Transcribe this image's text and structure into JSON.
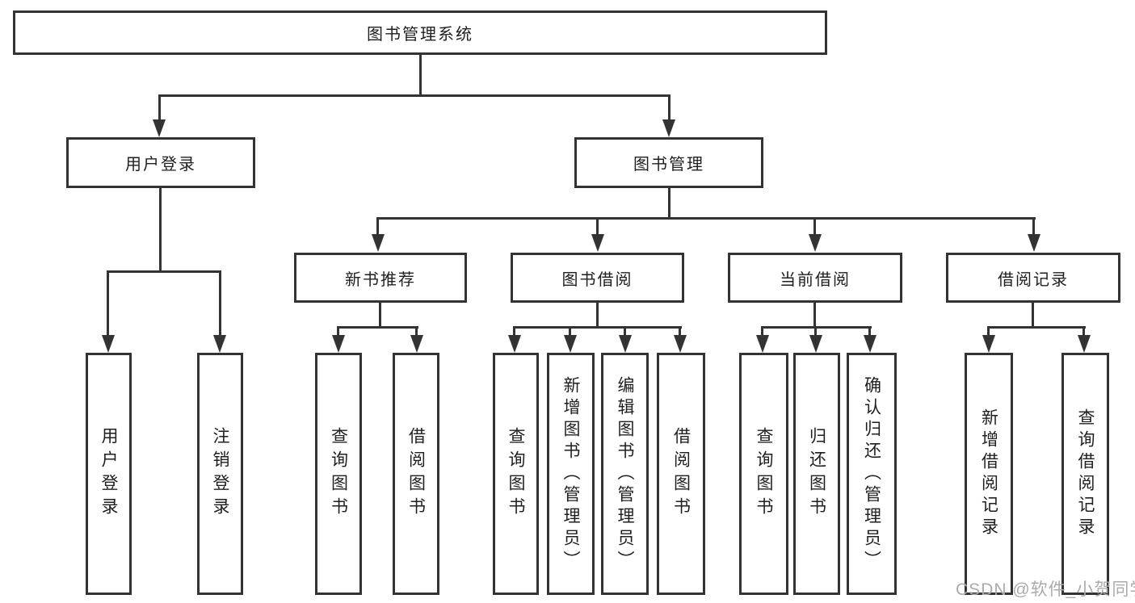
{
  "diagram": {
    "root": {
      "label": "图书管理系统"
    },
    "branches": [
      {
        "label": "用户登录",
        "children": [
          {
            "label": "用户登录"
          },
          {
            "label": "注销登录"
          }
        ]
      },
      {
        "label": "图书管理",
        "children": [
          {
            "label": "新书推荐",
            "children": [
              {
                "label": "查询图书"
              },
              {
                "label": "借阅图书"
              }
            ]
          },
          {
            "label": "图书借阅",
            "children": [
              {
                "label": "查询图书"
              },
              {
                "label": "新增图书（管理员）"
              },
              {
                "label": "编辑图书（管理员）"
              },
              {
                "label": "借阅图书"
              }
            ]
          },
          {
            "label": "当前借阅",
            "children": [
              {
                "label": "查询图书"
              },
              {
                "label": "归还图书"
              },
              {
                "label": "确认归还（管理员）"
              }
            ]
          },
          {
            "label": "借阅记录",
            "children": [
              {
                "label": "新增借阅记录"
              },
              {
                "label": "查询借阅记录"
              }
            ]
          }
        ]
      }
    ],
    "watermark": "CSDN @软件_小贺同学",
    "colors": {
      "line": "#333333",
      "text": "#1f1f1f",
      "watermark": "#ababab",
      "background": "#ffffff"
    }
  }
}
